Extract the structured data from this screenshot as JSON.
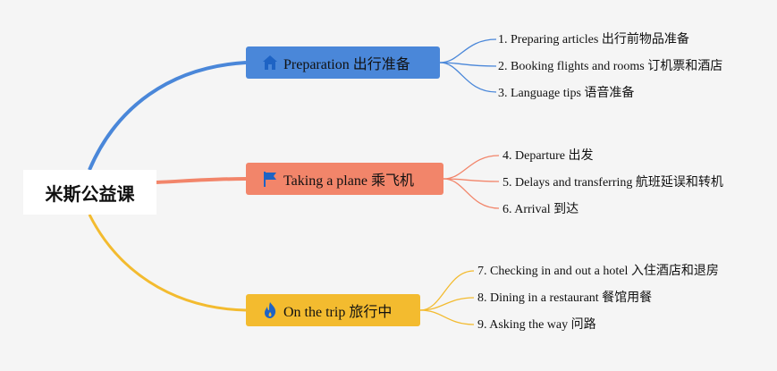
{
  "root": {
    "label": "米斯公益课"
  },
  "branches": [
    {
      "label": "Preparation 出行准备",
      "icon": "house-icon",
      "color": "#4a87d9",
      "items": [
        "1. Preparing articles 出行前物品准备",
        "2. Booking flights and rooms 订机票和酒店",
        "3. Language tips 语音准备"
      ]
    },
    {
      "label": "Taking a plane 乘飞机",
      "icon": "flag-icon",
      "color": "#f2856a",
      "items": [
        "4. Departure 出发",
        "5. Delays and transferring 航班延误和转机",
        "6. Arrival 到达"
      ]
    },
    {
      "label": "On the trip 旅行中",
      "icon": "flame-icon",
      "color": "#f3bb2f",
      "items": [
        "7. Checking in and out a hotel 入住酒店和退房",
        "8. Dining in a restaurant 餐馆用餐",
        "9. Asking the way 问路"
      ]
    }
  ]
}
